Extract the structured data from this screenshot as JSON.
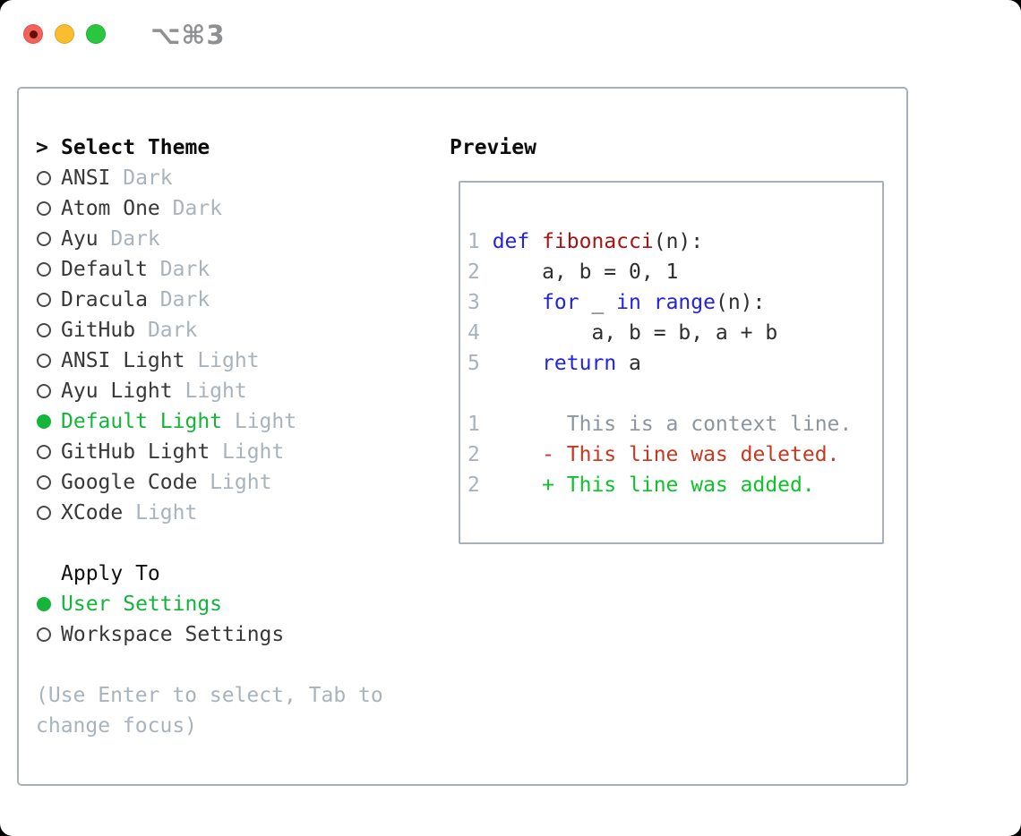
{
  "window": {
    "title": "⌥⌘3"
  },
  "titlebar": {
    "traffic_lights": {
      "close_color": "#f4615a",
      "close_dot_color": "#5e1208",
      "minimize_color": "#f9bd2e",
      "zoom_color": "#2bc63f"
    }
  },
  "theme_list": {
    "prompt": ">",
    "title": "Select Theme",
    "items": [
      {
        "name": "ANSI",
        "variant": "Dark",
        "selected": false
      },
      {
        "name": "Atom One",
        "variant": "Dark",
        "selected": false
      },
      {
        "name": "Ayu",
        "variant": "Dark",
        "selected": false
      },
      {
        "name": "Default",
        "variant": "Dark",
        "selected": false
      },
      {
        "name": "Dracula",
        "variant": "Dark",
        "selected": false
      },
      {
        "name": "GitHub",
        "variant": "Dark",
        "selected": false
      },
      {
        "name": "ANSI Light",
        "variant": "Light",
        "selected": false
      },
      {
        "name": "Ayu Light",
        "variant": "Light",
        "selected": false
      },
      {
        "name": "Default Light",
        "variant": "Light",
        "selected": true
      },
      {
        "name": "GitHub Light",
        "variant": "Light",
        "selected": false
      },
      {
        "name": "Google Code",
        "variant": "Light",
        "selected": false
      },
      {
        "name": "XCode",
        "variant": "Light",
        "selected": false
      }
    ]
  },
  "apply_to": {
    "title": "Apply To",
    "items": [
      {
        "name": "User Settings",
        "selected": true
      },
      {
        "name": "Workspace Settings",
        "selected": false
      }
    ]
  },
  "help_lines": [
    "(Use Enter to select, Tab to",
    "change focus)"
  ],
  "preview": {
    "title": "Preview",
    "colors": {
      "keyword": "#2222e6",
      "function_name": "#a31515",
      "plain": "#2e2e2e",
      "context": "#8d959d",
      "deleted": "#c8381f",
      "added": "#0ec22b",
      "line_number": "#a8b2bc",
      "selection_green": "#13b53a",
      "border": "#a9b0ba"
    },
    "lines": [
      {
        "num": "1",
        "tokens": [
          {
            "t": "def",
            "c": "kw"
          },
          {
            "t": " ",
            "c": "plain"
          },
          {
            "t": "fibonacci",
            "c": "fn"
          },
          {
            "t": "(n):",
            "c": "plain"
          }
        ]
      },
      {
        "num": "2",
        "tokens": [
          {
            "t": "    a, b = 0, 1",
            "c": "plain"
          }
        ]
      },
      {
        "num": "3",
        "tokens": [
          {
            "t": "    ",
            "c": "plain"
          },
          {
            "t": "for",
            "c": "kw"
          },
          {
            "t": " _ ",
            "c": "plain"
          },
          {
            "t": "in",
            "c": "kw"
          },
          {
            "t": " ",
            "c": "plain"
          },
          {
            "t": "range",
            "c": "kw"
          },
          {
            "t": "(n):",
            "c": "plain"
          }
        ]
      },
      {
        "num": "4",
        "tokens": [
          {
            "t": "        a, b = b, a + b",
            "c": "plain"
          }
        ]
      },
      {
        "num": "5",
        "tokens": [
          {
            "t": "    ",
            "c": "plain"
          },
          {
            "t": "return",
            "c": "kw"
          },
          {
            "t": " a",
            "c": "plain"
          }
        ]
      },
      {
        "num": "",
        "tokens": []
      },
      {
        "num": "1",
        "tokens": [
          {
            "t": "      This is a context line.",
            "c": "ctx"
          }
        ]
      },
      {
        "num": "2",
        "tokens": [
          {
            "t": "    - This line was deleted.",
            "c": "del"
          }
        ]
      },
      {
        "num": "2",
        "tokens": [
          {
            "t": "    + This line was added.",
            "c": "add"
          }
        ]
      }
    ]
  }
}
